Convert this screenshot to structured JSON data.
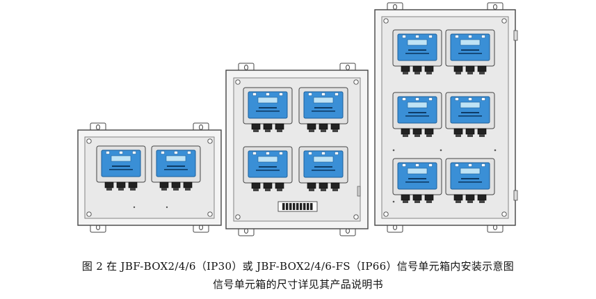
{
  "caption": {
    "line1": "图 2 在 JBF-BOX2/4/6（IP30）或 JBF-BOX2/4/6-FS（IP66）信号单元箱内安装示意图",
    "line2": "信号单元箱的尺寸详见其产品说明书"
  },
  "colors": {
    "module_blue": "#3a8fd6",
    "module_screen": "#bfe3f5",
    "outline": "#444444",
    "cabinet_fill": "#f4f4f4",
    "panel_fill": "#e9e9e9"
  },
  "cabinets": [
    {
      "name": "box-2",
      "module_count": 2
    },
    {
      "name": "box-4",
      "module_count": 4
    },
    {
      "name": "box-6",
      "module_count": 6
    }
  ]
}
